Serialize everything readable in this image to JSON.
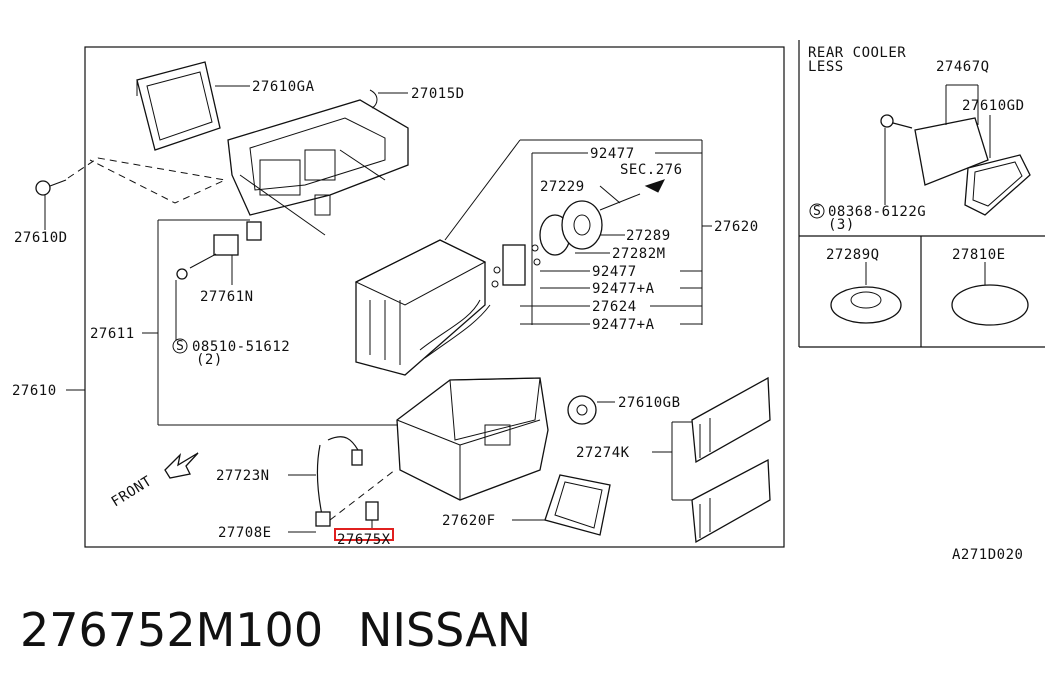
{
  "diagram": {
    "parts": {
      "p27610GA": "27610GA",
      "p27015D": "27015D",
      "p27610D": "27610D",
      "p92477_top": "92477",
      "pSEC276": "SEC.276",
      "p27229": "27229",
      "p27620": "27620",
      "p27289": "27289",
      "p27282M": "27282M",
      "p92477_mid": "92477",
      "p92477A_1": "92477+A",
      "p27624": "27624",
      "p92477A_2": "92477+A",
      "p27761N": "27761N",
      "p27611": "27611",
      "p08510": "08510-51612",
      "p08510_qty": "(2)",
      "p27610": "27610",
      "p27610GB": "27610GB",
      "p27274K": "27274K",
      "p27723N": "27723N",
      "pFRONT": "FRONT",
      "p27708E": "27708E",
      "p27620F": "27620F",
      "p27675X": "27675X"
    },
    "inset": {
      "rear_cooler_line1": "REAR COOLER",
      "rear_cooler_line2": "LESS",
      "p27467Q": "27467Q",
      "p27610GD": "27610GD",
      "p08368": "08368-6122G",
      "p08368_qty": "(3)",
      "p27289Q": "27289Q",
      "p27810E": "27810E"
    },
    "ref_code": "A271D020"
  },
  "footer": {
    "part_number": "276752M100",
    "brand": "NISSAN"
  },
  "colors": {
    "highlight": "#e0201f",
    "ink": "#111111"
  }
}
